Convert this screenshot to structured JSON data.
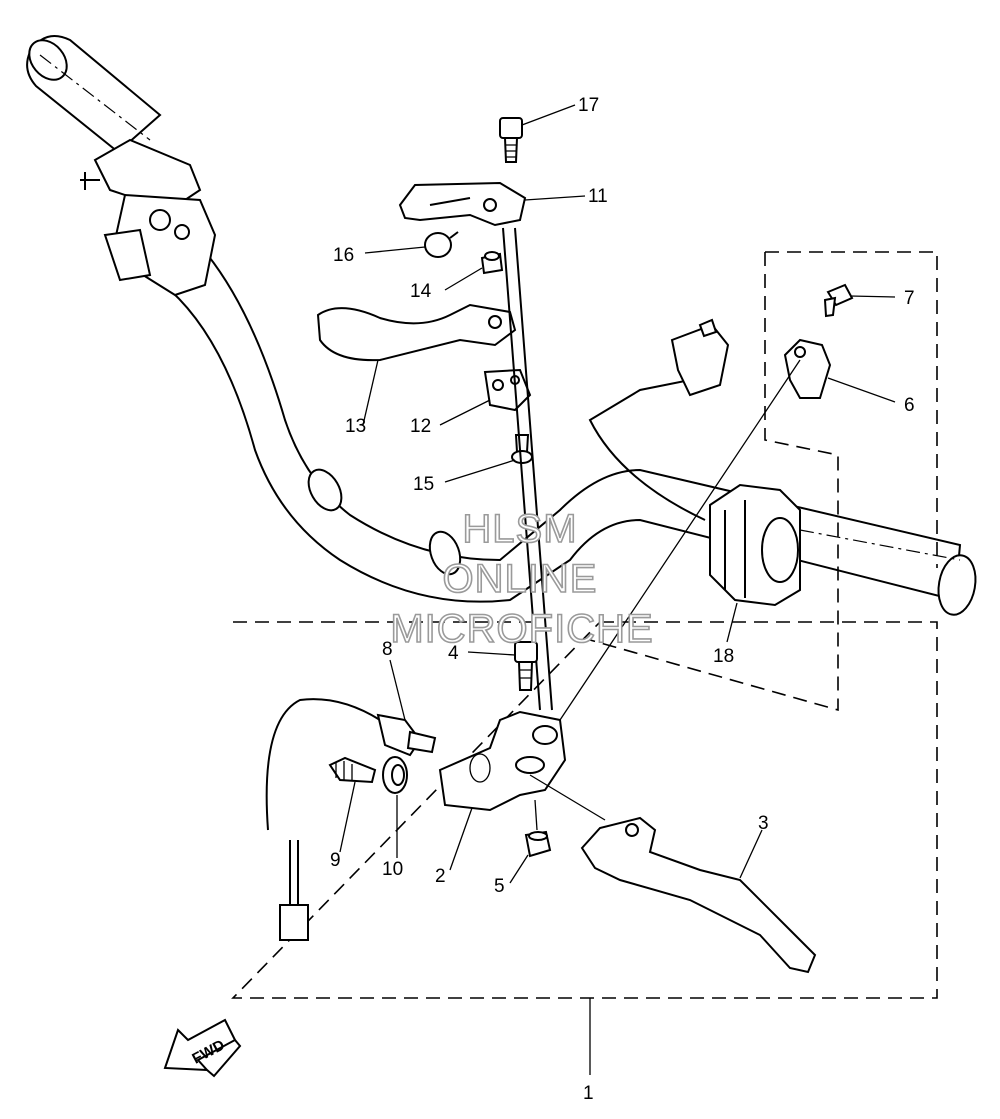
{
  "callouts": [
    {
      "id": "17",
      "label": "17"
    },
    {
      "id": "11",
      "label": "11"
    },
    {
      "id": "16",
      "label": "16"
    },
    {
      "id": "14",
      "label": "14"
    },
    {
      "id": "7",
      "label": "7"
    },
    {
      "id": "6",
      "label": "6"
    },
    {
      "id": "13",
      "label": "13"
    },
    {
      "id": "12",
      "label": "12"
    },
    {
      "id": "15",
      "label": "15"
    },
    {
      "id": "18",
      "label": "18"
    },
    {
      "id": "8",
      "label": "8"
    },
    {
      "id": "4",
      "label": "4"
    },
    {
      "id": "3",
      "label": "3"
    },
    {
      "id": "9",
      "label": "9"
    },
    {
      "id": "10",
      "label": "10"
    },
    {
      "id": "2",
      "label": "2"
    },
    {
      "id": "5",
      "label": "5"
    },
    {
      "id": "1",
      "label": "1"
    }
  ],
  "watermark": {
    "line1": "HLSM",
    "line2": "ONLINE",
    "line3": "MICROFICHE"
  },
  "fwd_marker": {
    "text": "FWD"
  }
}
